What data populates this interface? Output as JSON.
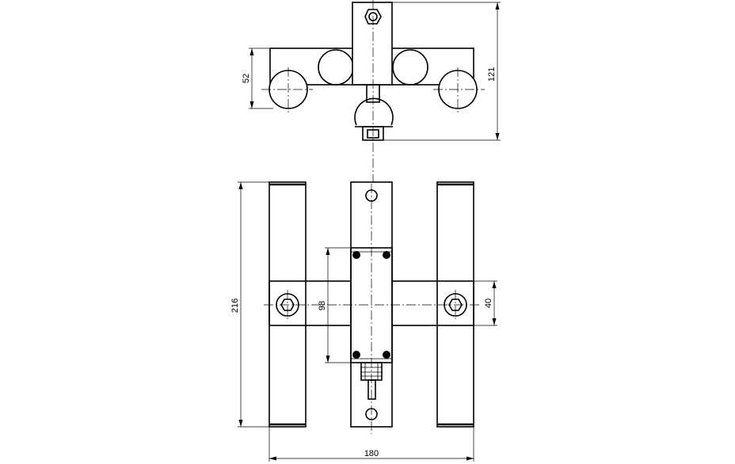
{
  "dimensions": {
    "top_view_height": "52",
    "top_view_total_height": "121",
    "front_view_height": "216",
    "center_hole_span": "98",
    "cross_bar_height": "40",
    "total_width": "180"
  },
  "colors": {
    "line": "#000000",
    "background": "#ffffff"
  }
}
